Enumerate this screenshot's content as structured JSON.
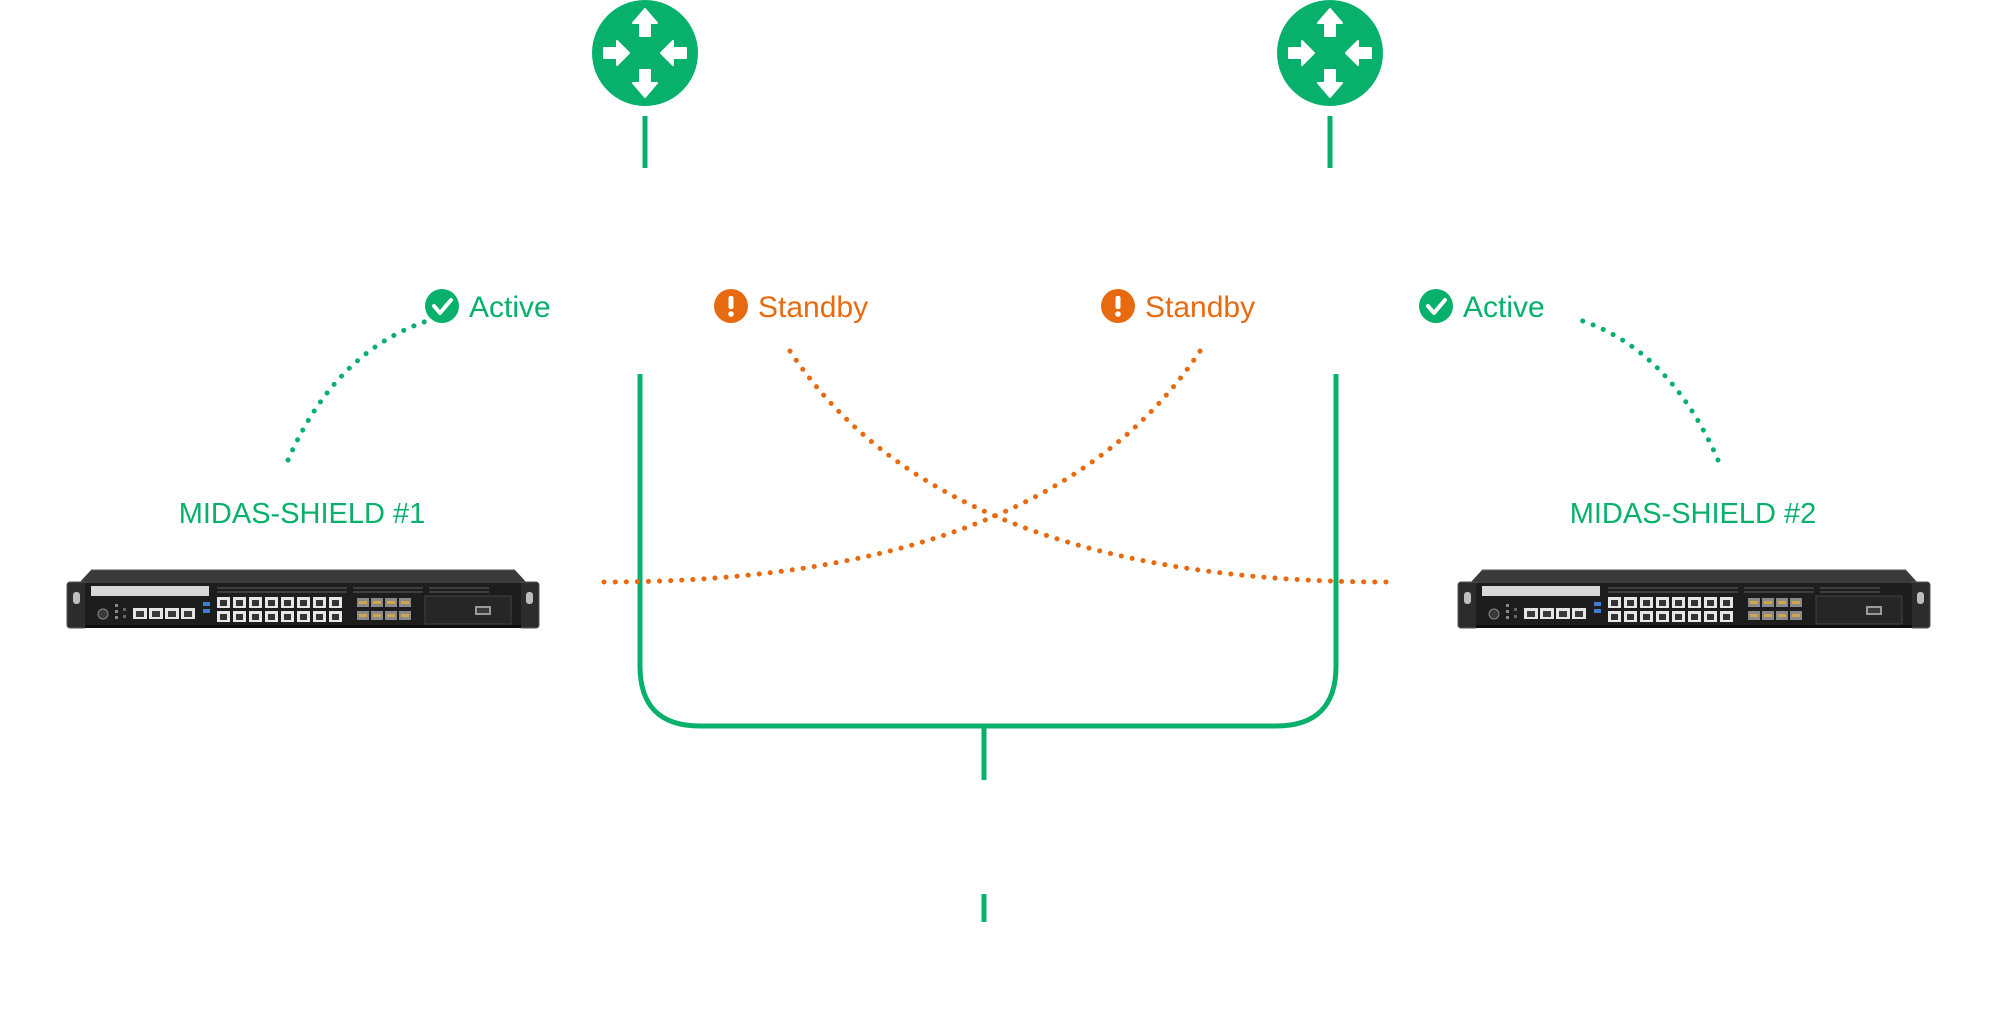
{
  "colors": {
    "green": "#07b16b",
    "orange": "#e86a10",
    "device_body": "#1d1d1d"
  },
  "routers": [
    {
      "icon": "router-icon"
    },
    {
      "icon": "router-icon"
    }
  ],
  "devices": [
    {
      "label": "MIDAS-SHIELD #1",
      "status": "Active",
      "status_icon": "check-circle-icon"
    },
    {
      "label": "MIDAS-SHIELD #2",
      "status": "Active",
      "status_icon": "check-circle-icon"
    }
  ],
  "standby": [
    {
      "label": "Standby",
      "icon": "exclamation-circle-icon"
    },
    {
      "label": "Standby",
      "icon": "exclamation-circle-icon"
    }
  ]
}
